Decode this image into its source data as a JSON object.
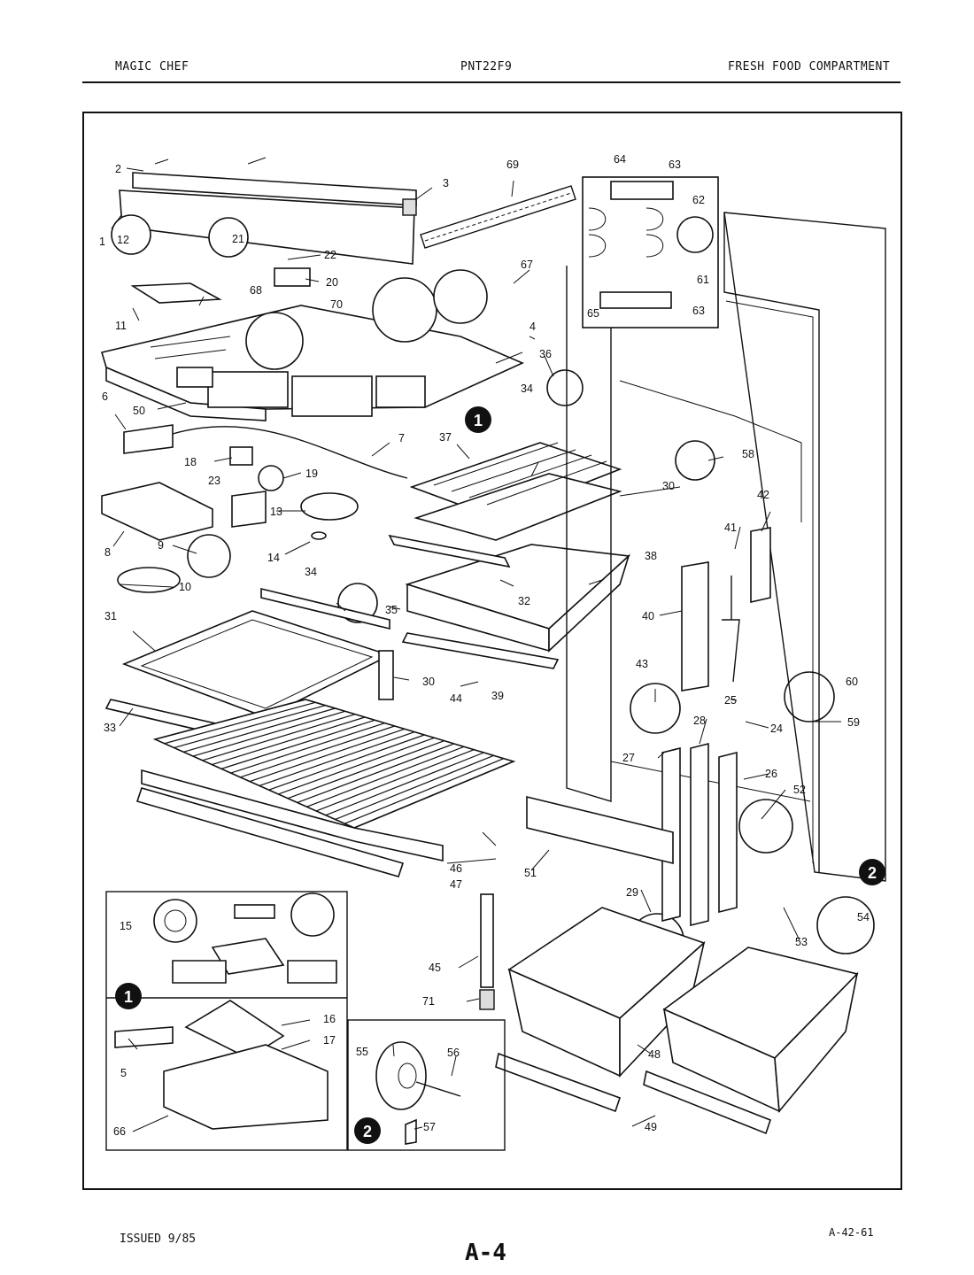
{
  "header": {
    "left": "MAGIC CHEF",
    "center": "PNT22F9",
    "right": "FRESH FOOD COMPARTMENT"
  },
  "footer": {
    "issued": "ISSUED 9/85",
    "page": "A-4",
    "code": "A-42-61"
  },
  "callouts": {
    "one": "1",
    "two": "2"
  },
  "labels": {
    "l1": "1",
    "l2": "2",
    "l3": "3",
    "l4": "4",
    "l5": "5",
    "l6": "6",
    "l7": "7",
    "l8": "8",
    "l9": "9",
    "l10": "10",
    "l11": "11",
    "l12": "12",
    "l13": "13",
    "l14": "14",
    "l15": "15",
    "l16": "16",
    "l17": "17",
    "l18": "18",
    "l19": "19",
    "l20": "20",
    "l21": "21",
    "l22": "22",
    "l23": "23",
    "l24": "24",
    "l25": "25",
    "l26": "26",
    "l27": "27",
    "l28": "28",
    "l29": "29",
    "l30a": "30",
    "l30b": "30",
    "l31": "31",
    "l32": "32",
    "l33": "33",
    "l34a": "34",
    "l34b": "34",
    "l35": "35",
    "l36": "36",
    "l37": "37",
    "l38": "38",
    "l39": "39",
    "l40": "40",
    "l41": "41",
    "l42": "42",
    "l43": "43",
    "l44": "44",
    "l45": "45",
    "l46": "46",
    "l47": "47",
    "l48": "48",
    "l49": "49",
    "l50": "50",
    "l51": "51",
    "l52": "52",
    "l53": "53",
    "l54": "54",
    "l55": "55",
    "l56": "56",
    "l57": "57",
    "l58": "58",
    "l59": "59",
    "l60": "60",
    "l61": "61",
    "l62": "62",
    "l63a": "63",
    "l63b": "63",
    "l64": "64",
    "l65": "65",
    "l66": "66",
    "l67": "67",
    "l68": "68",
    "l69": "69",
    "l70": "70",
    "l71": "71"
  }
}
